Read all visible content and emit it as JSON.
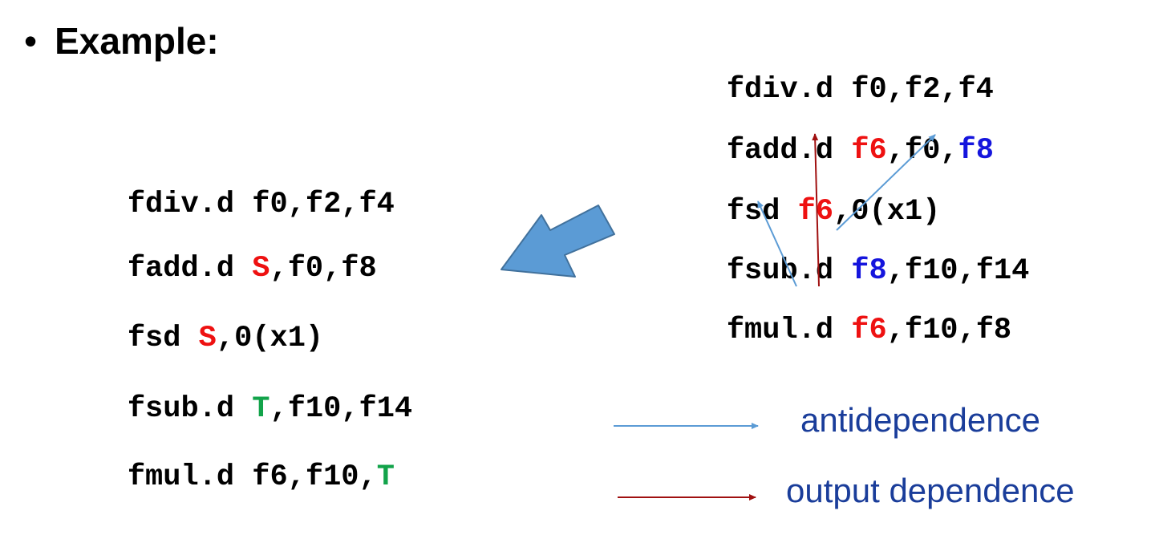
{
  "heading": {
    "bullet": "•",
    "text": "Example:"
  },
  "renamed_code": [
    {
      "parts": [
        {
          "t": "fdiv.d f0,f2,f4",
          "c": ""
        }
      ]
    },
    {
      "parts": [
        {
          "t": "fadd.d ",
          "c": ""
        },
        {
          "t": "S",
          "c": "red"
        },
        {
          "t": ",f0,f8",
          "c": ""
        }
      ]
    },
    {
      "parts": [
        {
          "t": "fsd ",
          "c": ""
        },
        {
          "t": "S",
          "c": "red"
        },
        {
          "t": ",0(x1)",
          "c": ""
        }
      ]
    },
    {
      "parts": [
        {
          "t": "fsub.d ",
          "c": ""
        },
        {
          "t": "T",
          "c": "green"
        },
        {
          "t": ",f10,f14",
          "c": ""
        }
      ]
    },
    {
      "parts": [
        {
          "t": "fmul.d f6,f10,",
          "c": ""
        },
        {
          "t": "T",
          "c": "green"
        }
      ]
    }
  ],
  "original_code": [
    {
      "parts": [
        {
          "t": "fdiv.d f0,f2,f4",
          "c": ""
        }
      ]
    },
    {
      "parts": [
        {
          "t": "fadd.d ",
          "c": ""
        },
        {
          "t": "f6",
          "c": "red"
        },
        {
          "t": ",f0,",
          "c": ""
        },
        {
          "t": "f8",
          "c": "blue"
        }
      ]
    },
    {
      "parts": [
        {
          "t": "fsd ",
          "c": ""
        },
        {
          "t": "f6",
          "c": "red"
        },
        {
          "t": ",0(x1)",
          "c": ""
        }
      ]
    },
    {
      "parts": [
        {
          "t": "fsub.d ",
          "c": ""
        },
        {
          "t": "f8",
          "c": "blue"
        },
        {
          "t": ",f10,f14",
          "c": ""
        }
      ]
    },
    {
      "parts": [
        {
          "t": "fmul.d ",
          "c": ""
        },
        {
          "t": "f6",
          "c": "red"
        },
        {
          "t": ",f10,f8",
          "c": ""
        }
      ]
    }
  ],
  "legend": {
    "antidependence": {
      "label": "antidependence",
      "color": "#5b9bd5"
    },
    "output_dependence": {
      "label": "output dependence",
      "color": "#a01010"
    }
  },
  "colors": {
    "red": "#ee1111",
    "blue": "#1515dd",
    "green": "#12a34a",
    "arrow_fill": "#5b9bd5"
  }
}
